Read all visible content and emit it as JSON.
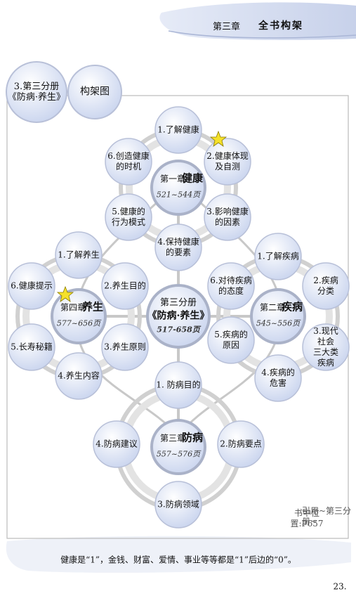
{
  "header": {
    "chapter": "第三章",
    "title": "全书构架"
  },
  "badge": {
    "title": "3.第三分册\n《防病·养生》",
    "subtitle": "构架图"
  },
  "center": {
    "title": "第三分册",
    "name": "《防病·养生》",
    "pages": "517-658页"
  },
  "chapters": [
    {
      "id": "c1",
      "title": "第一章",
      "name": "健康",
      "pages": "521~544页",
      "items": [
        "1.了解健康",
        "2.健康体现\n及自测",
        "3.影响健康\n的因素",
        "4.保持健康\n的要素",
        "5.健康的\n行为模式",
        "6.创造健康\n的时机"
      ]
    },
    {
      "id": "c2",
      "title": "第二章",
      "name": "疾病",
      "pages": "545~556页",
      "items": [
        "1.了解疾病",
        "2.疾病分类",
        "3.现代社会\n三大类疾病",
        "4.疾病的\n危害",
        "5.疾病的\n原因",
        "6.对待疾病\n的态度"
      ]
    },
    {
      "id": "c3",
      "title": "第三章",
      "name": "防病",
      "pages": "557~576页",
      "items": [
        "1. 防病目的",
        "2.防病要点",
        "3.防病领域",
        "4.防病建议"
      ]
    },
    {
      "id": "c4",
      "title": "第四章",
      "name": "养生",
      "pages": "577~656页",
      "items": [
        "1.了解养生",
        "2.养生目的",
        "3.养生原则",
        "4.养生内容",
        "5.长寿秘籍",
        "6.健康提示"
      ]
    }
  ],
  "reference": {
    "line1": "引用~第三分册~",
    "line2": "书中位置:P657"
  },
  "footer": {
    "quote": "健康是“1”，金钱、财富、爱情、事业等等都是“1”后边的“0”。",
    "page_number": "23."
  },
  "colors": {
    "node_fill": "#dde4f5",
    "node_stroke": "#b8c0d8",
    "line": "#c8c8c8",
    "star": "#f5e12a"
  }
}
